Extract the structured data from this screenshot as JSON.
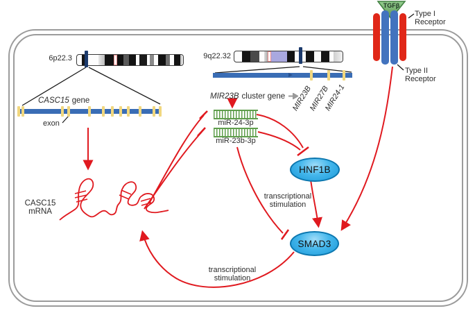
{
  "figure": {
    "type": "gene-regulation-pathway-diagram",
    "chr6": {
      "band": "6p22.3",
      "gene_italic": "CASC15",
      "gene_suffix": "gene",
      "exon_label": "exon"
    },
    "chr9": {
      "band": "9q22.32",
      "cluster_italic": "MIR23B",
      "cluster_suffix": "cluster gene",
      "mir_genes": [
        "MIR23B",
        "MIR27B",
        "MIR24-1"
      ]
    },
    "mirnas": {
      "mir24": "miR-24-3p",
      "mir23b": "miR-23b-3p"
    },
    "mrna": {
      "line1": "CASC15",
      "line2": "mRNA"
    },
    "proteins": {
      "hnf1b": "HNF1B",
      "smad3": "SMAD3"
    },
    "ligand": "TGFβ",
    "receptors": {
      "type1_l1": "Type I",
      "type1_l2": "Receptor",
      "type2_l1": "Type II",
      "type2_l2": "Receptor"
    },
    "annotations": {
      "stim_upper_l1": "transcriptional",
      "stim_upper_l2": "stimulation",
      "stim_lower_l1": "transcriptional",
      "stim_lower_l2": "stimulation"
    },
    "relations": [
      {
        "from": "CASC15 gene",
        "to": "CASC15 mRNA",
        "type": "transcription"
      },
      {
        "from": "MIR23B cluster gene",
        "to": "miR-24-3p",
        "type": "transcription"
      },
      {
        "from": "CASC15 mRNA",
        "to": "miR-24-3p",
        "type": "inhibition"
      },
      {
        "from": "CASC15 mRNA",
        "to": "miR-23b-3p",
        "type": "inhibition"
      },
      {
        "from": "miR-24-3p",
        "to": "HNF1B",
        "type": "inhibition"
      },
      {
        "from": "miR-23b-3p",
        "to": "HNF1B",
        "type": "inhibition"
      },
      {
        "from": "miR-23b-3p",
        "to": "SMAD3",
        "type": "inhibition"
      },
      {
        "from": "HNF1B",
        "to": "SMAD3",
        "type": "transcriptional stimulation"
      },
      {
        "from": "TGFβ receptor complex",
        "to": "SMAD3",
        "type": "activation"
      },
      {
        "from": "SMAD3",
        "to": "CASC15 mRNA",
        "type": "transcriptional stimulation"
      }
    ],
    "colors": {
      "red": "#E0191F",
      "gene_blue": "#3A6DB5",
      "marker_navy": "#1C3A6C",
      "exon_yellow": "#F1D77E",
      "mir_green": "#5F9E4C",
      "lavender": "#A9A8DF",
      "protein_blue": "#29A8E0",
      "ligand_green": "#6FB05E",
      "receptor_red": "#E02718",
      "receptor_blue": "#4273BE",
      "membrane_gray": "#9B9B9B"
    }
  }
}
